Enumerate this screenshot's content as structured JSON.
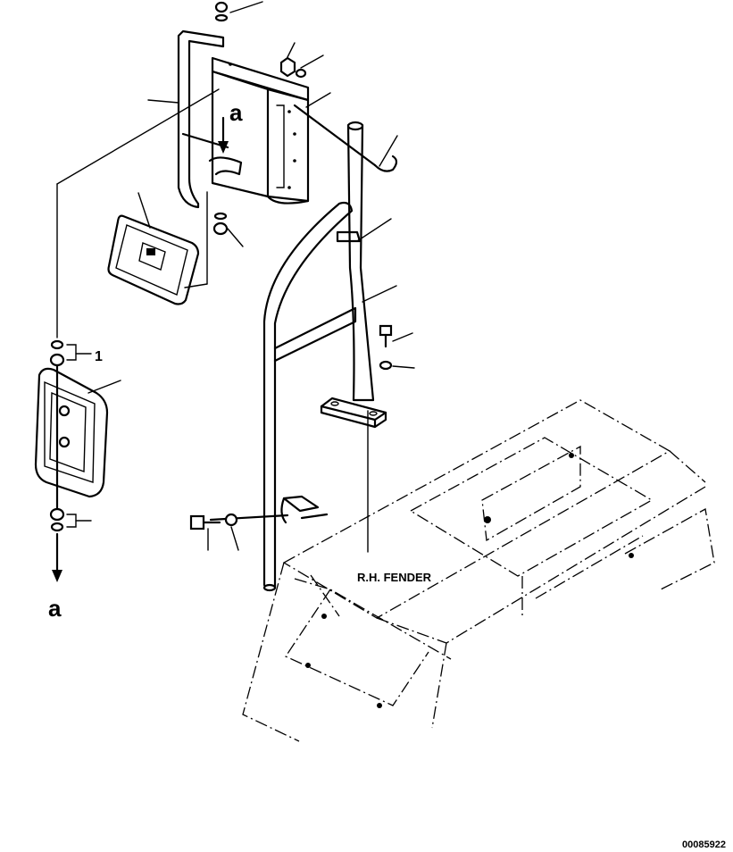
{
  "diagram": {
    "labels": {
      "ref_a_top": "a",
      "ref_a_bottom": "a",
      "item_number": "1",
      "fender": "R.H. FENDER",
      "drawing_code": "00085922"
    }
  }
}
